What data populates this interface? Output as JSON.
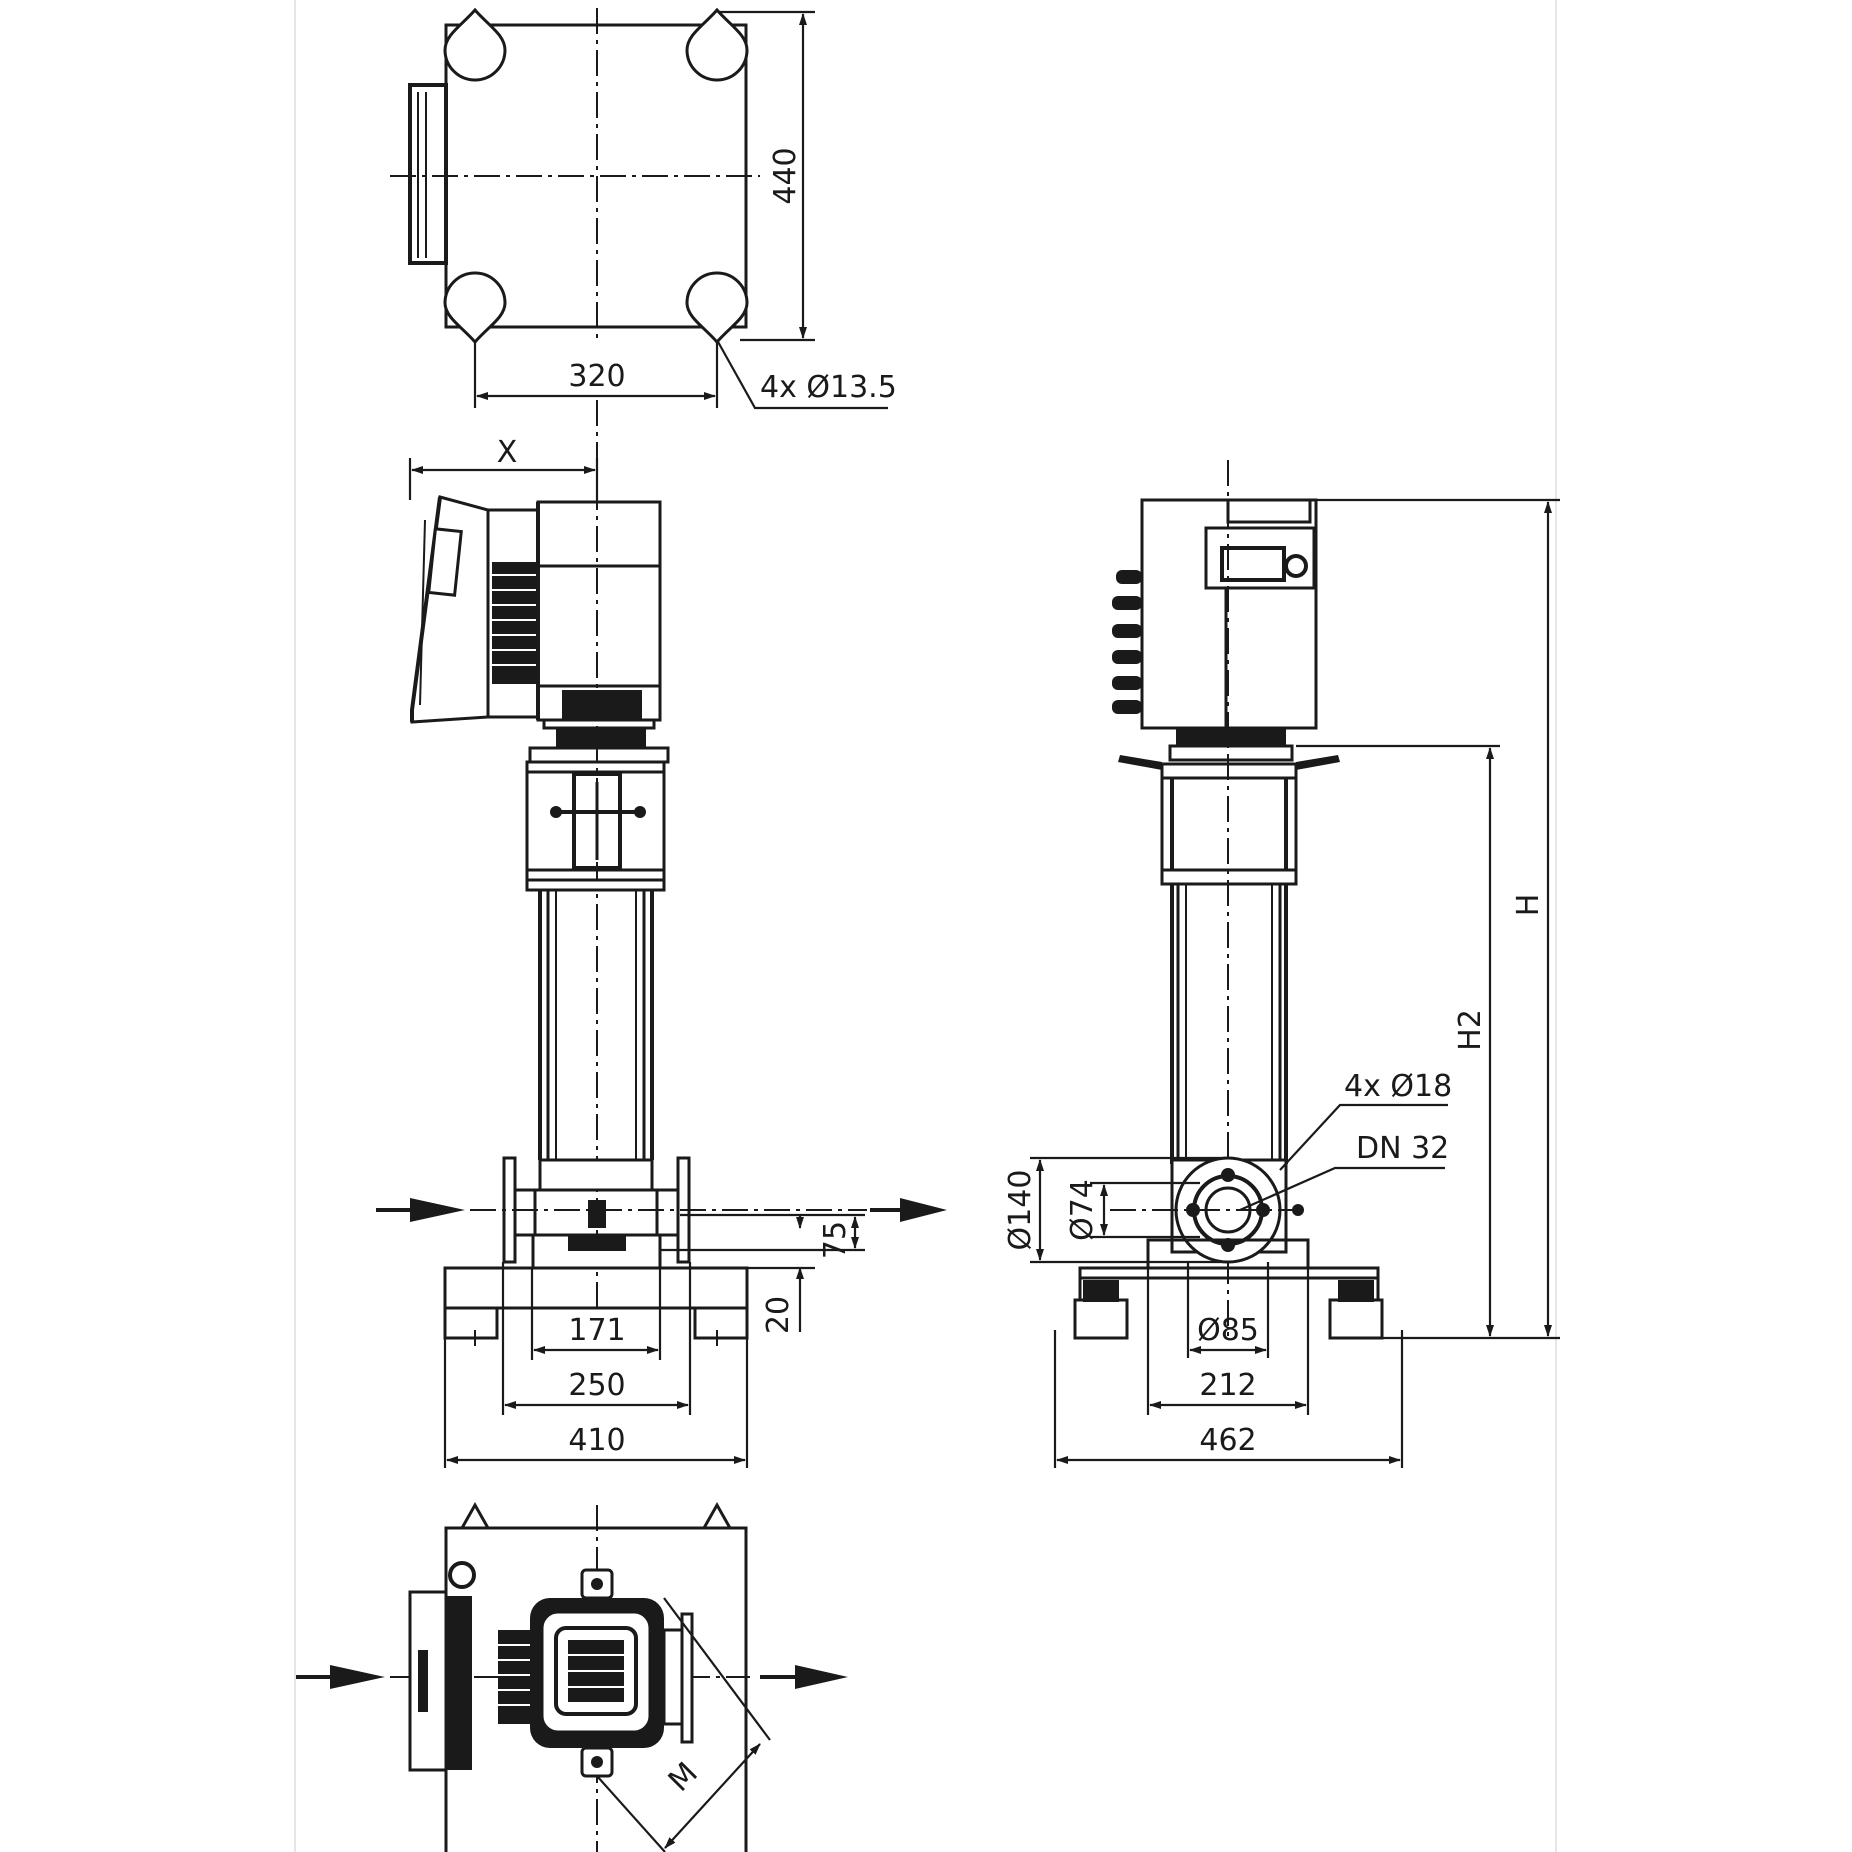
{
  "labels": {
    "dim_440": "440",
    "dim_320": "320",
    "holes_top": "4x Ø13.5",
    "dim_x": "X",
    "dim_h": "H",
    "dim_h2": "H2",
    "holes_flange": "4x Ø18",
    "dn": "DN 32",
    "dia_140": "Ø140",
    "dia_74": "Ø74",
    "dim_75": "75",
    "dim_20": "20",
    "dim_171": "171",
    "dim_250": "250",
    "dim_410": "410",
    "dia_85": "Ø85",
    "dim_212": "212",
    "dim_462": "462",
    "dim_m": "M"
  }
}
